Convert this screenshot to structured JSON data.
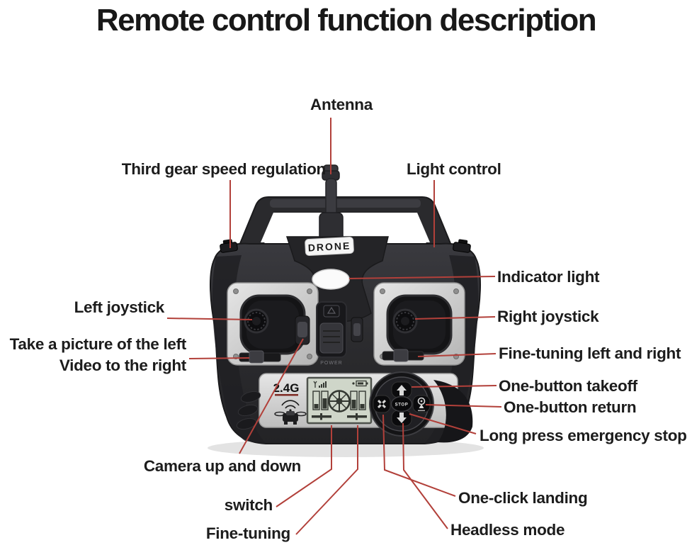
{
  "title": "Remote control function description",
  "callouts": {
    "antenna": "Antenna",
    "third_gear": "Third gear speed regulation",
    "light_control": "Light control",
    "indicator_light": "Indicator light",
    "left_joystick": "Left joystick",
    "photo_line1": "Take a picture of the left",
    "photo_line2": "Video to the right",
    "right_joystick": "Right joystick",
    "fine_tuning_lr": "Fine-tuning left and right",
    "one_button_takeoff": "One-button takeoff",
    "one_button_return": "One-button return",
    "long_press_stop": "Long press emergency stop",
    "camera_up_down": "Camera up and down",
    "switch": "switch",
    "fine_tuning": "Fine-tuning",
    "one_click_landing": "One-click landing",
    "headless_mode": "Headless mode"
  },
  "device": {
    "brand_label": "DRONE",
    "frequency_label": "2.4G",
    "power_label": "POWER",
    "stop_button_label": "STOP"
  },
  "colors": {
    "leader_line": "#b2403a",
    "label_text": "#1c1c1c",
    "body_dark": "#2b2b2e",
    "panel_silver": "#d4d4d4",
    "lcd_green": "#cfd6c9",
    "led_white": "#fbfbfb"
  }
}
